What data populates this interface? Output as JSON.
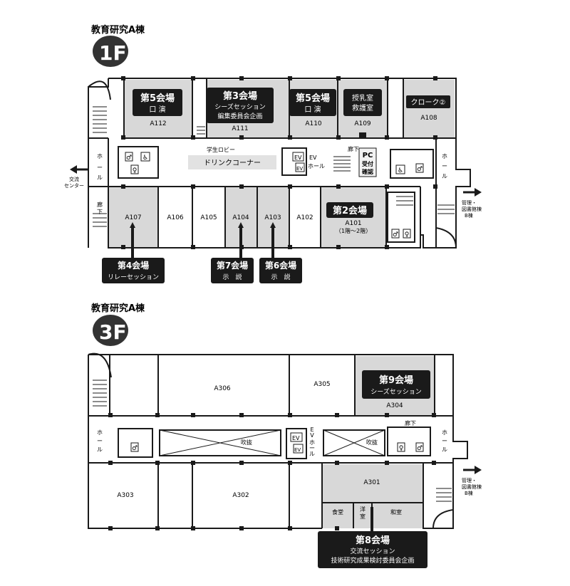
{
  "floor1": {
    "building": "教育研究A棟",
    "badge": "1F",
    "rooms": {
      "a112": "A112",
      "a111": "A111",
      "a110": "A110",
      "a109": "A109",
      "a108": "A108",
      "a107": "A107",
      "a106": "A106",
      "a105": "A105",
      "a104": "A104",
      "a103": "A103",
      "a102": "A102",
      "a101": "A101",
      "a101_note": "（1階～2階）"
    },
    "venues": {
      "v5a_title": "第5会場",
      "v5a_sub": "口 演",
      "v3_title": "第3会場",
      "v3_sub1": "シーズセッション",
      "v3_sub2": "編集委員会企画",
      "v5b_title": "第5会場",
      "v5b_sub": "口 演",
      "a109_l1": "授乳室",
      "a109_l2": "救護室",
      "cloak": "クローク②",
      "v2_title": "第2会場",
      "v4_title": "第4会場",
      "v4_sub": "リレーセッション",
      "v7_title": "第7会場",
      "v7_sub": "示　説",
      "v6_title": "第6会場",
      "v6_sub": "示　説"
    },
    "labels": {
      "lobby": "学生ロビー",
      "drink": "ドリンクコーナー",
      "hall_left": "ホール",
      "hall_right": "ホール",
      "corridor_left": "廊下",
      "corridor_top": "廊下",
      "ev1": "EV",
      "ev2": "EV",
      "ev_hall_1": "EV",
      "ev_hall_2": "ホール",
      "pc1": "PC",
      "pc2": "受付",
      "pc3": "確認",
      "exit_left_1": "交流",
      "exit_left_2": "センター",
      "exit_right_1": "管理・",
      "exit_right_2": "図書館棟",
      "exit_right_3": "B棟"
    }
  },
  "floor3": {
    "building": "教育研究A棟",
    "badge": "3F",
    "rooms": {
      "a306": "A306",
      "a305": "A305",
      "a304": "A304",
      "a303": "A303",
      "a302": "A302",
      "a301": "A301",
      "shokudo": "食堂",
      "yoshitsu1": "洋",
      "yoshitsu2": "室",
      "washitsu": "和室"
    },
    "venues": {
      "v9_title": "第9会場",
      "v9_sub": "シーズセッション",
      "v8_title": "第8会場",
      "v8_sub1": "交流セッション",
      "v8_sub2": "技術研究成果検討委員会企画"
    },
    "labels": {
      "fukinuke1": "吹抜",
      "fukinuke2": "吹抜",
      "hall_left": "ホール",
      "hall_right": "ホール",
      "corridor": "廊下",
      "ev1": "EV",
      "ev2": "EV",
      "ev_hall": "EVホール",
      "exit_right_1": "管理・",
      "exit_right_2": "図書館棟",
      "exit_right_3": "B棟"
    }
  },
  "colors": {
    "venue_bg": "#1a1a1a",
    "room_shade": "#d8d8d8",
    "wall": "#1a1a1a",
    "drink_bg": "#e2e2e2",
    "badge_bg": "#333333"
  }
}
